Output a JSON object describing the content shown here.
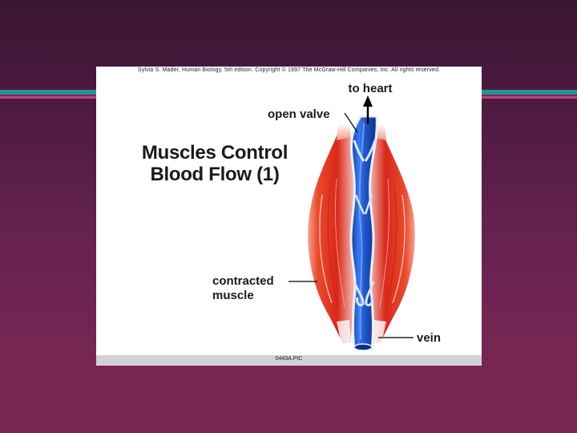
{
  "slide": {
    "copyright": "Sylvia S. Mader, Human Biology, 5th edition. Copyright © 1997 The McGraw-Hill Companies, Inc. All rights reserved.",
    "title_line1": "Muscles Control",
    "title_line2": "Blood Flow (1)",
    "footer": "0443A.PIC"
  },
  "diagram": {
    "labels": {
      "to_heart": "to heart",
      "open_valve": "open valve",
      "contracted_muscle_line1": "contracted",
      "contracted_muscle_line2": "muscle",
      "vein": "vein"
    }
  },
  "colors": {
    "background_top": "#3a1530",
    "background_bottom": "#7a2754",
    "stripe_teal": "#2f8f8f",
    "stripe_pink": "#b04a7c",
    "muscle_red": "#e0301c",
    "vein_blue": "#1e55c8",
    "footer_gray": "#d2d2d2"
  }
}
